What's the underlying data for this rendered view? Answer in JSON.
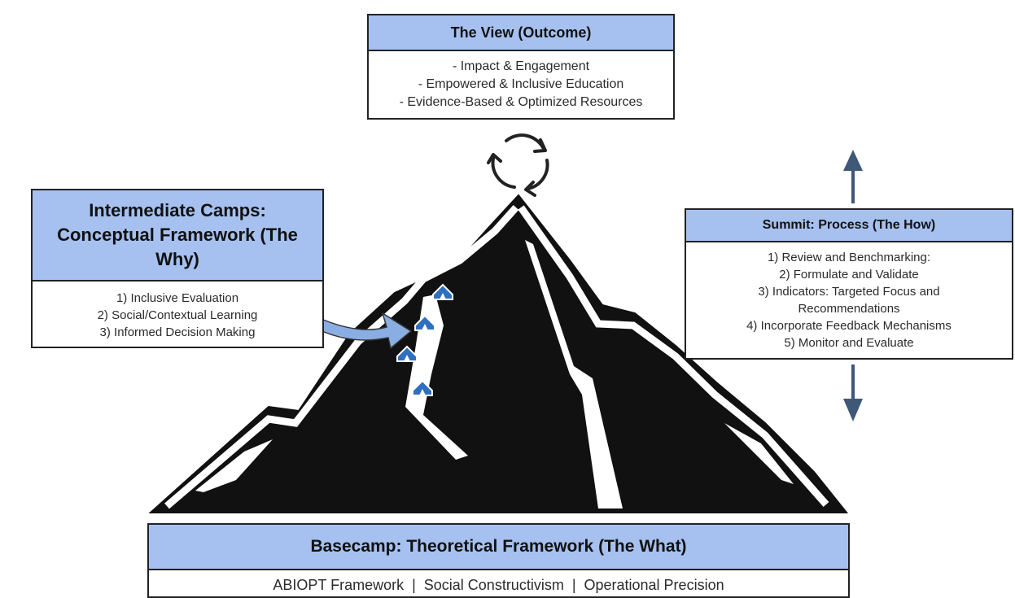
{
  "view": {
    "title": "The View (Outcome)",
    "items": [
      "- Impact & Engagement",
      "- Empowered & Inclusive Education",
      "- Evidence-Based & Optimized Resources"
    ]
  },
  "camps": {
    "title": "Intermediate Camps: Conceptual Framework (The Why)",
    "items": [
      "1)  Inclusive Evaluation",
      "2) Social/Contextual Learning",
      "3) Informed Decision Making"
    ]
  },
  "summit": {
    "title": "Summit: Process (The How)",
    "items": [
      "1) Review and Benchmarking:",
      "2) Formulate and Validate",
      "3) Indicators: Targeted Focus and",
      "Recommendations",
      "4) Incorporate Feedback Mechanisms",
      "5) Monitor and Evaluate"
    ]
  },
  "basecamp": {
    "title": "Basecamp: Theoretical Framework (The What)",
    "content": "ABIOPT Framework  |  Social Constructivism  |  Operational Precision"
  },
  "colors": {
    "header_fill": "#a6c1ef",
    "arrow_blue": "#8aaee3",
    "mountain": "#111111",
    "vertical_arrow": "#3f5878",
    "camp_icon": "#2f6fc0"
  },
  "icons": [
    "cycle-icon",
    "up-arrow-icon",
    "down-arrow-icon",
    "pointer-arrow-icon",
    "camp-icon"
  ]
}
